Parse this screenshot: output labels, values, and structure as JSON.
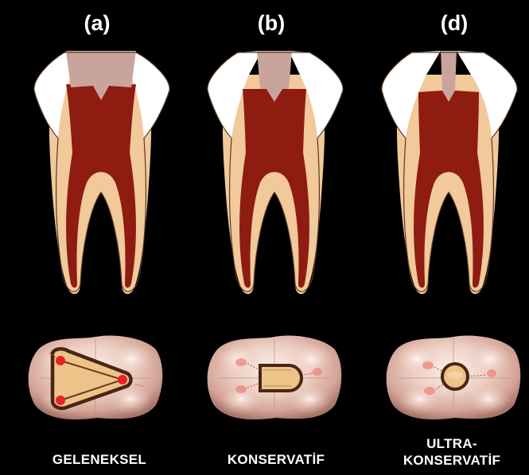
{
  "panels": [
    {
      "label": "(a)",
      "caption_lines": [
        "GELENEKSEL"
      ],
      "access": "traditional"
    },
    {
      "label": "(b)",
      "caption_lines": [
        "KONSERVATİF"
      ],
      "access": "conservative"
    },
    {
      "label": "(d)",
      "caption_lines": [
        "ULTRA-",
        "KONSERVATİF"
      ],
      "access": "ultra-conservative"
    }
  ],
  "colors": {
    "background": "#000000",
    "enamel": "#ffffff",
    "dentin": "#f1c99a",
    "pulp": "#8e1c10",
    "access_cavity": "#c9a49d",
    "crown_surface": "#e7c7bc",
    "access_fill": "#ecc388",
    "access_outline": "#4a2512",
    "canal_orifice": "#e8212b",
    "text": "#ffffff"
  }
}
